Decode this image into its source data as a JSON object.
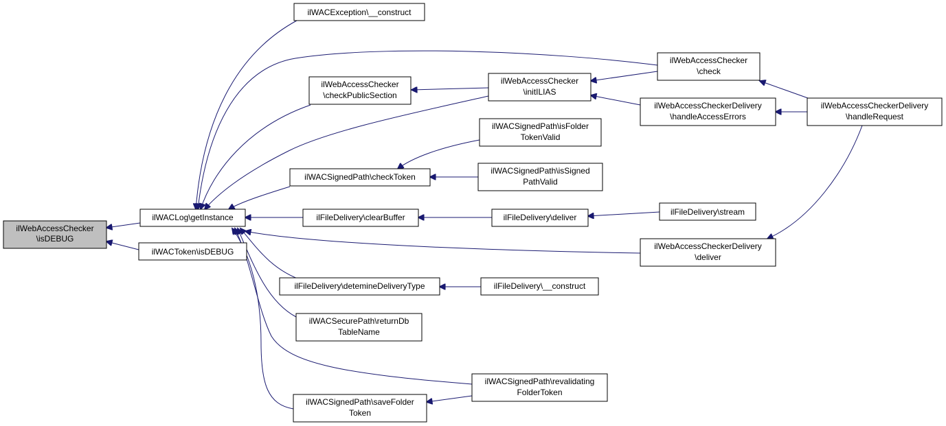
{
  "colors": {
    "edge": "#191970",
    "root_fill": "#bfbfbf",
    "node_fill": "#ffffff",
    "node_border": "#000000"
  },
  "nodes": {
    "isdebug_checker": [
      "ilWebAccessChecker",
      "\\isDEBUG"
    ],
    "log_getinstance": [
      "ilWACLog\\getInstance"
    ],
    "token_isdebug": [
      "ilWACToken\\isDEBUG"
    ],
    "exception_construct": [
      "ilWACException\\__construct"
    ],
    "check_public_section": [
      "ilWebAccessChecker",
      "\\checkPublicSection"
    ],
    "init_ilias": [
      "ilWebAccessChecker",
      "\\initILIAS"
    ],
    "checker_check": [
      "ilWebAccessChecker",
      "\\check"
    ],
    "handle_access_errors": [
      "ilWebAccessCheckerDelivery",
      "\\handleAccessErrors"
    ],
    "handle_request": [
      "ilWebAccessCheckerDelivery",
      "\\handleRequest"
    ],
    "is_folder_token_valid": [
      "ilWACSignedPath\\isFolder",
      "TokenValid"
    ],
    "check_token": [
      "ilWACSignedPath\\checkToken"
    ],
    "is_signed_path_valid": [
      "ilWACSignedPath\\isSigned",
      "PathValid"
    ],
    "clear_buffer": [
      "ilFileDelivery\\clearBuffer"
    ],
    "file_deliver": [
      "ilFileDelivery\\deliver"
    ],
    "file_stream": [
      "ilFileDelivery\\stream"
    ],
    "checker_delivery_deliver": [
      "ilWebAccessCheckerDelivery",
      "\\deliver"
    ],
    "detemine_delivery_type": [
      "ilFileDelivery\\detemineDeliveryType"
    ],
    "file_construct": [
      "ilFileDelivery\\__construct"
    ],
    "return_db_table_name": [
      "ilWACSecurePath\\returnDb",
      "TableName"
    ],
    "revalidating_folder_token": [
      "ilWACSignedPath\\revalidating",
      "FolderToken"
    ],
    "save_folder_token": [
      "ilWACSignedPath\\saveFolder",
      "Token"
    ]
  }
}
